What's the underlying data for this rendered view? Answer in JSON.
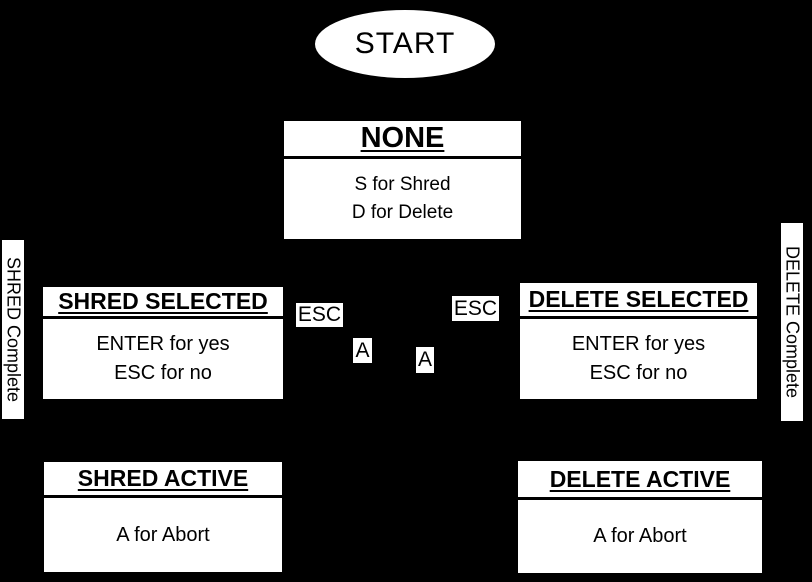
{
  "colors": {
    "background": "#000000",
    "node_fill": "#ffffff",
    "ink": "#000000"
  },
  "start_node": {
    "label": "START"
  },
  "states": {
    "none": {
      "title": "NONE",
      "lines": [
        "S for Shred",
        "D for Delete"
      ]
    },
    "shred_selected": {
      "title": "SHRED SELECTED",
      "lines": [
        "ENTER for yes",
        "ESC for no"
      ]
    },
    "delete_selected": {
      "title": "DELETE SELECTED",
      "lines": [
        "ENTER for yes",
        "ESC for no"
      ]
    },
    "shred_active": {
      "title": "SHRED ACTIVE",
      "lines": [
        "A for Abort"
      ]
    },
    "delete_active": {
      "title": "DELETE ACTIVE",
      "lines": [
        "A for Abort"
      ]
    }
  },
  "transition_labels": {
    "esc_left": "ESC",
    "esc_right": "ESC",
    "abort_left": "A",
    "abort_right": "A",
    "shred_complete": "SHRED Complete",
    "delete_complete": "DELETE Complete"
  }
}
